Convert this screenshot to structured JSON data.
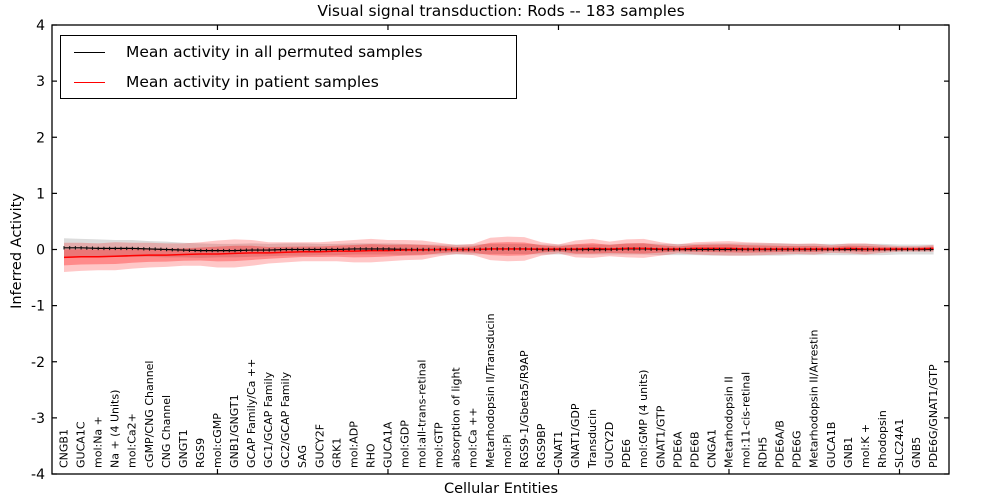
{
  "figure": {
    "title": "Visual signal transduction: Rods -- 183 samples",
    "xlabel": "Cellular Entities",
    "ylabel": "Inferred Activity"
  },
  "legend": {
    "entries": [
      {
        "label": "Mean activity in all permuted samples",
        "color": "#000000"
      },
      {
        "label": "Mean activity in patient samples",
        "color": "#ff0000"
      }
    ]
  },
  "chart_data": {
    "type": "line",
    "title": "Visual signal transduction: Rods -- 183 samples",
    "xlabel": "Cellular Entities",
    "ylabel": "Inferred Activity",
    "ylim": [
      -4,
      4
    ],
    "y_tick_labels": [
      "4",
      "3",
      "2",
      "1",
      "0",
      "-1",
      "-2",
      "-3",
      "-4"
    ],
    "y_tick_values": [
      4,
      3,
      2,
      1,
      0,
      -1,
      -2,
      -3,
      -4
    ],
    "x_tick_values": [
      10,
      20,
      30,
      40,
      50
    ],
    "grid": false,
    "legend_position": "upper left",
    "categories": [
      "CNGB1",
      "GUCA1C",
      "mol:Na +",
      "Na + (4 Units)",
      "mol:Ca2+",
      "cGMP/CNG Channel",
      "CNG Channel",
      "GNGT1",
      "RGS9",
      "mol:cGMP",
      "GNB1/GNGT1",
      "GCAP Family/Ca ++",
      "GC1/GCAP Family",
      "GC2/GCAP Family",
      "SAG",
      "GUCY2F",
      "GRK1",
      "mol:ADP",
      "RHO",
      "GUCA1A",
      "mol:GDP",
      "mol:all-trans-retinal",
      "mol:GTP",
      "absorption of light",
      "mol:Ca ++",
      "Metarhodopsin II/Transducin",
      "mol:Pi",
      "RGS9-1/Gbeta5/R9AP",
      "RGS9BP",
      "GNAT1",
      "GNAT1/GDP",
      "Transducin",
      "GUCY2D",
      "PDE6",
      "mol:GMP (4 units)",
      "GNAT1/GTP",
      "PDE6A",
      "PDE6B",
      "CNGA1",
      "Metarhodopsin II",
      "mol:11-cis-retinal",
      "RDH5",
      "PDE6A/B",
      "PDE6G",
      "Metarhodopsin II/Arrestin",
      "GUCA1B",
      "GNB1",
      "mol:K +",
      "Rhodopsin",
      "SLC24A1",
      "GNB5",
      "PDE6G/GNAT1/GTP"
    ],
    "series": [
      {
        "name": "Mean activity in all permuted samples",
        "color": "#000000",
        "band_color": "rgba(128,128,128,0.28)",
        "mean": [
          0.03,
          0.03,
          0.02,
          0.02,
          0.02,
          0.01,
          0.0,
          -0.01,
          -0.02,
          -0.02,
          -0.02,
          -0.01,
          -0.01,
          0.0,
          0.0,
          0.0,
          0.0,
          0.01,
          0.01,
          0.01,
          0.0,
          0.0,
          0.0,
          0.0,
          0.0,
          0.01,
          0.01,
          0.01,
          0.0,
          0.0,
          0.0,
          0.0,
          0.0,
          0.01,
          0.01,
          0.0,
          0.0,
          0.0,
          0.0,
          0.0,
          0.0,
          0.0,
          0.0,
          0.0,
          0.0,
          0.0,
          0.0,
          0.0,
          0.0,
          0.0,
          0.0,
          0.0
        ],
        "std": [
          0.17,
          0.16,
          0.16,
          0.15,
          0.15,
          0.14,
          0.14,
          0.13,
          0.13,
          0.12,
          0.12,
          0.12,
          0.11,
          0.11,
          0.11,
          0.1,
          0.1,
          0.1,
          0.1,
          0.1,
          0.1,
          0.09,
          0.09,
          0.09,
          0.09,
          0.09,
          0.09,
          0.09,
          0.09,
          0.09,
          0.09,
          0.09,
          0.09,
          0.1,
          0.1,
          0.1,
          0.1,
          0.1,
          0.11,
          0.11,
          0.11,
          0.11,
          0.11,
          0.1,
          0.1,
          0.1,
          0.1,
          0.1,
          0.1,
          0.09,
          0.09,
          0.09
        ]
      },
      {
        "name": "Mean activity in patient samples",
        "color": "#ff0000",
        "band_color": "rgba(255,0,0,0.22)",
        "mean": [
          -0.14,
          -0.13,
          -0.13,
          -0.12,
          -0.11,
          -0.1,
          -0.1,
          -0.09,
          -0.08,
          -0.08,
          -0.07,
          -0.06,
          -0.06,
          -0.05,
          -0.04,
          -0.04,
          -0.03,
          -0.03,
          -0.02,
          -0.02,
          -0.01,
          -0.01,
          0.0,
          0.0,
          0.0,
          0.01,
          0.01,
          0.01,
          0.01,
          0.01,
          0.01,
          0.02,
          0.01,
          0.02,
          0.02,
          0.01,
          0.01,
          0.02,
          0.02,
          0.02,
          0.01,
          0.01,
          0.01,
          0.01,
          0.01,
          0.01,
          0.02,
          0.01,
          0.01,
          0.01,
          0.01,
          0.02
        ],
        "std": [
          0.26,
          0.25,
          0.24,
          0.25,
          0.23,
          0.22,
          0.21,
          0.2,
          0.21,
          0.24,
          0.25,
          0.23,
          0.19,
          0.18,
          0.17,
          0.17,
          0.18,
          0.2,
          0.21,
          0.19,
          0.18,
          0.17,
          0.12,
          0.08,
          0.1,
          0.2,
          0.22,
          0.21,
          0.12,
          0.08,
          0.15,
          0.17,
          0.13,
          0.16,
          0.17,
          0.12,
          0.08,
          0.11,
          0.12,
          0.13,
          0.12,
          0.11,
          0.1,
          0.09,
          0.1,
          0.07,
          0.09,
          0.1,
          0.07,
          0.05,
          0.05,
          0.06
        ]
      }
    ]
  }
}
